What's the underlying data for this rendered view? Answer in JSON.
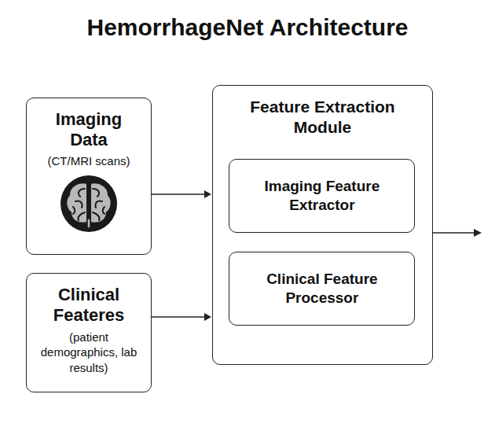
{
  "diagram": {
    "title": "HemorrhageNet Architecture",
    "nodes": [
      {
        "text": [
          "Imaging Data",
          "(CT/MRI scans)"
        ]
      },
      {
        "text": [
          "Clinical Feateres",
          "(patient demographics, lab results)"
        ]
      },
      {
        "text": [
          "Feature Extraction Module"
        ]
      },
      {
        "text": [
          "Imaging Feature Extractor"
        ],
        "in": 2
      },
      {
        "text": [
          "Clinical Feature Processor"
        ],
        "in": 2
      }
    ],
    "edges": [
      {
        "from": 0,
        "to": 2,
        "arrow": "to"
      },
      {
        "from": 1,
        "to": 2,
        "arrow": "to"
      }
    ]
  }
}
